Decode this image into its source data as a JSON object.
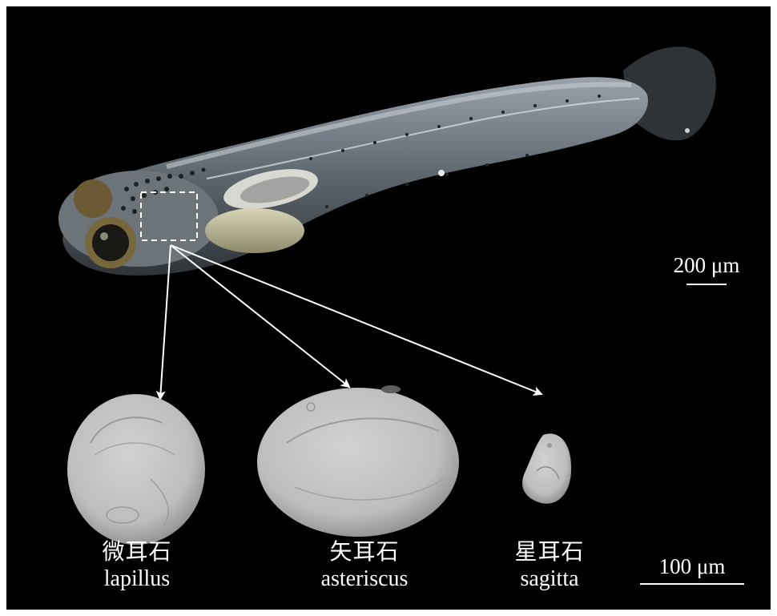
{
  "figure": {
    "scale_large": "200 μm",
    "scale_small": "100 μm",
    "otoliths": [
      {
        "zh": "微耳石",
        "en": "lapillus"
      },
      {
        "zh": "矢耳石",
        "en": "asteriscus"
      },
      {
        "zh": "星耳石",
        "en": "sagitta"
      }
    ]
  }
}
